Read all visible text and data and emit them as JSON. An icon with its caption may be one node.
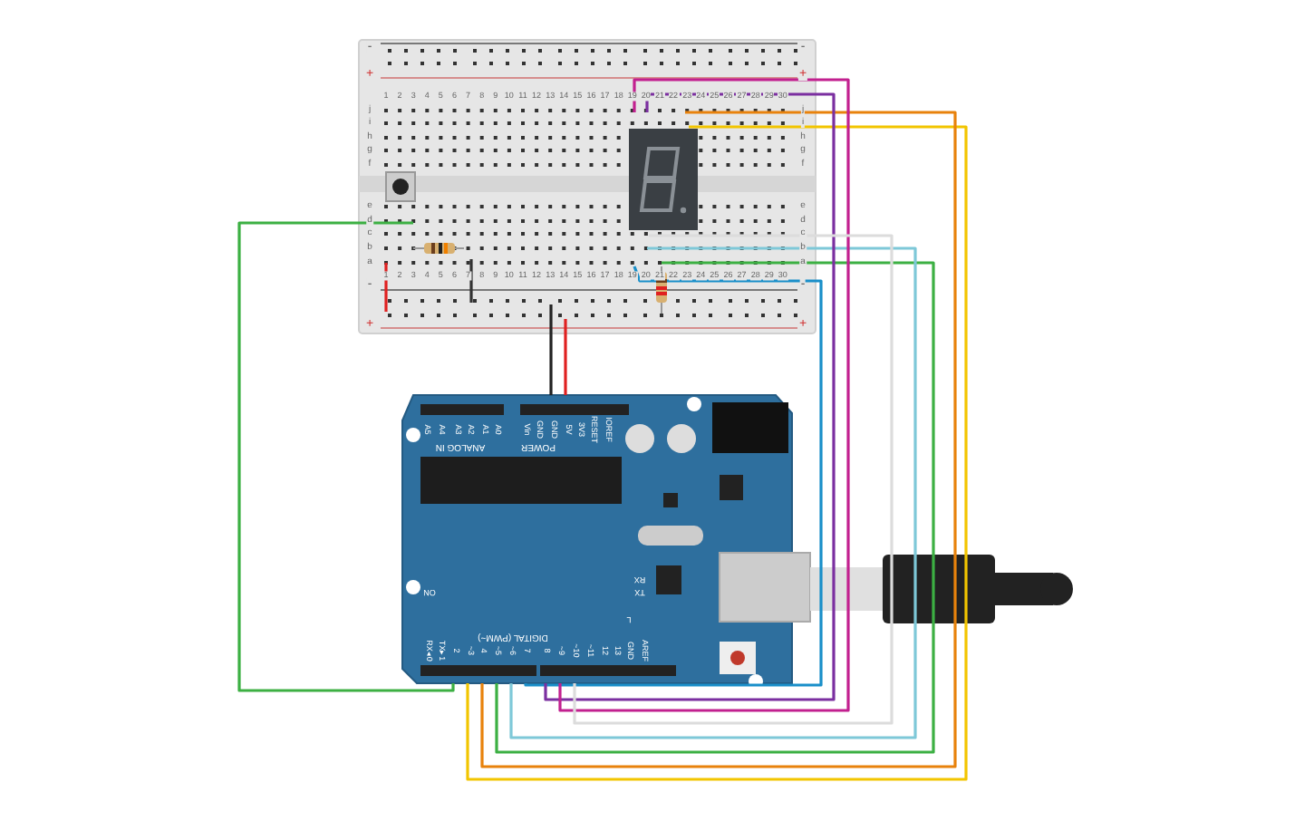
{
  "diagram": {
    "nodes": [
      {
        "text": [],
        "shape": "picture"
      },
      {
        "text": [],
        "shape": "picture"
      }
    ],
    "edges": [
      {
        "from": 1,
        "to": 0,
        "arrow": "none",
        "color": "#3cb043"
      },
      {
        "from": 1,
        "to": 0,
        "arrow": "none",
        "color": "#f2c500"
      },
      {
        "from": 1,
        "to": 0,
        "arrow": "none",
        "color": "#e8820c"
      },
      {
        "from": 1,
        "to": 0,
        "arrow": "none",
        "color": "#3cb043"
      },
      {
        "from": 1,
        "to": 0,
        "arrow": "none",
        "color": "#7ec8d8"
      },
      {
        "from": 1,
        "to": 0,
        "arrow": "none",
        "color": "#1a8fc9"
      },
      {
        "from": 1,
        "to": 0,
        "arrow": "none",
        "color": "#7b2fa0"
      },
      {
        "from": 1,
        "to": 0,
        "arrow": "none",
        "color": "#c2208f"
      },
      {
        "from": 1,
        "to": 0,
        "arrow": "none",
        "color": "#dcdcdc"
      },
      {
        "from": 1,
        "to": 0,
        "arrow": "none",
        "color": "#222222"
      },
      {
        "from": 1,
        "to": 0,
        "arrow": "none",
        "color": "#e02020"
      }
    ],
    "labels": [
      "1",
      "2",
      "3",
      "4",
      "5",
      "6",
      "7",
      "8",
      "9",
      "10",
      "11",
      "12",
      "13",
      "14",
      "15",
      "16",
      "17",
      "18",
      "19",
      "20",
      "21",
      "22",
      "23",
      "24",
      "25",
      "26",
      "27",
      "28",
      "29",
      "30",
      "j",
      "i",
      "h",
      "g",
      "f",
      "e",
      "d",
      "c",
      "b",
      "a",
      "1",
      "2",
      "3",
      "4",
      "5",
      "6",
      "7",
      "8",
      "9",
      "10",
      "11",
      "12",
      "13",
      "14",
      "15",
      "16",
      "17",
      "18",
      "19",
      "20",
      "21",
      "22",
      "23",
      "24",
      "25",
      "26",
      "27",
      "28",
      "29",
      "30",
      "j",
      "i",
      "h",
      "g",
      "f",
      "e",
      "d",
      "c",
      "b",
      "a",
      "-",
      "+",
      "-",
      "+",
      "-",
      "+",
      "-",
      "+",
      "A5",
      "A4",
      "A3",
      "A2",
      "A1",
      "A0",
      "ANALOG IN",
      "Vin",
      "GND",
      "GND",
      "5V",
      "3V3",
      "RESET",
      "IOREF",
      "POWER",
      "RX",
      "TX",
      "L",
      "ON",
      "DIGITAL (PWM~)",
      "RX◂0",
      "TX▸1",
      "2",
      "~3",
      "4",
      "~5",
      "~6",
      "7",
      "8",
      "~9",
      "~10",
      "~11",
      "12",
      "13",
      "GND",
      "AREF"
    ]
  }
}
